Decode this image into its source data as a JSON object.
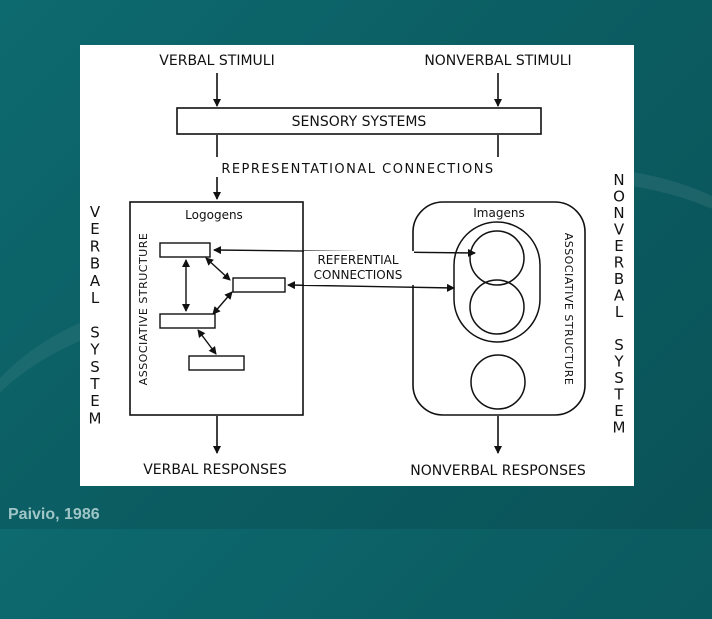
{
  "diagram": {
    "verbal_stimuli": "VERBAL STIMULI",
    "nonverbal_stimuli": "NONVERBAL STIMULI",
    "sensory_systems": "SENSORY SYSTEMS",
    "representational_connections": "REPRESENTATIONAL CONNECTIONS",
    "logogens": "Logogens",
    "imagens": "Imagens",
    "verbal_associative_structure": "ASSOCIATIVE STRUCTURE",
    "nonverbal_associative_structure": "ASSOCIATIVE STRUCTURE",
    "referential_line1": "REFERENTIAL",
    "referential_line2": "CONNECTIONS",
    "verbal_system_letters": [
      "V",
      "E",
      "R",
      "B",
      "A",
      "L",
      "",
      "S",
      "Y",
      "S",
      "T",
      "E",
      "M"
    ],
    "nonverbal_system_letters": [
      "N",
      "O",
      "N",
      "V",
      "E",
      "R",
      "B",
      "A",
      "L",
      "",
      "S",
      "Y",
      "S",
      "T",
      "E",
      "M"
    ],
    "verbal_responses": "VERBAL RESPONSES",
    "nonverbal_responses": "NONVERBAL RESPONSES"
  },
  "footer": {
    "citation": "Paivio, 1986"
  },
  "colors": {
    "background": "#0b6166",
    "panel": "#ffffff",
    "ink": "#111111",
    "citation": "#9fc5c7"
  }
}
